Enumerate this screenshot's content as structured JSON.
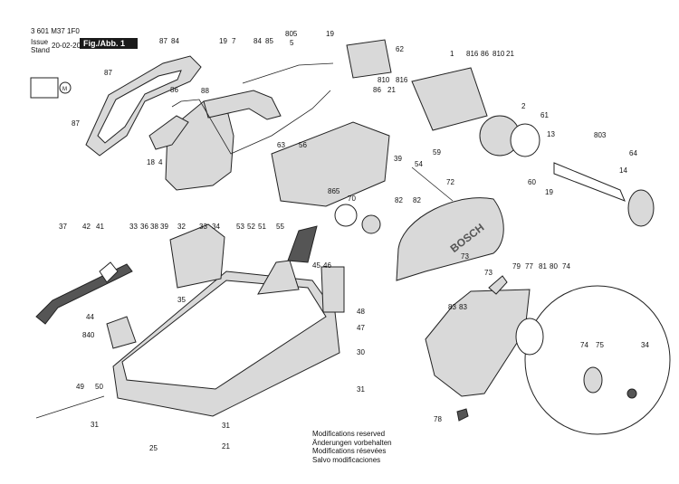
{
  "header": {
    "part_number": "3 601 M37 1F0",
    "issue_label": "Issue",
    "stand_label": "Stand",
    "date": "20-02-20",
    "figure": "Fig./Abb. 1"
  },
  "notes": [
    "Modifications reserved",
    "Änderungen vorbehalten",
    "Modifications résevées",
    "Salvo modificaciones"
  ],
  "guard_brand": "BOSCH",
  "callouts": [
    "87",
    "84",
    "87",
    "87",
    "18",
    "4",
    "86",
    "19",
    "7",
    "88",
    "84",
    "85",
    "805",
    "5",
    "19",
    "62",
    "1",
    "816",
    "86",
    "810",
    "21",
    "810",
    "816",
    "86",
    "21",
    "59",
    "2",
    "61",
    "803",
    "13",
    "14",
    "60",
    "19",
    "64",
    "63",
    "56",
    "39",
    "54",
    "865",
    "70",
    "82",
    "82",
    "72",
    "73",
    "73",
    "37",
    "42",
    "41",
    "33",
    "36",
    "38",
    "39",
    "32",
    "33",
    "34",
    "53",
    "52",
    "51",
    "55",
    "45",
    "46",
    "35",
    "44",
    "840",
    "48",
    "47",
    "30",
    "31",
    "49",
    "50",
    "31",
    "31",
    "25",
    "21",
    "79",
    "77",
    "81",
    "80",
    "74",
    "83",
    "83",
    "74",
    "75",
    "34",
    "78"
  ]
}
